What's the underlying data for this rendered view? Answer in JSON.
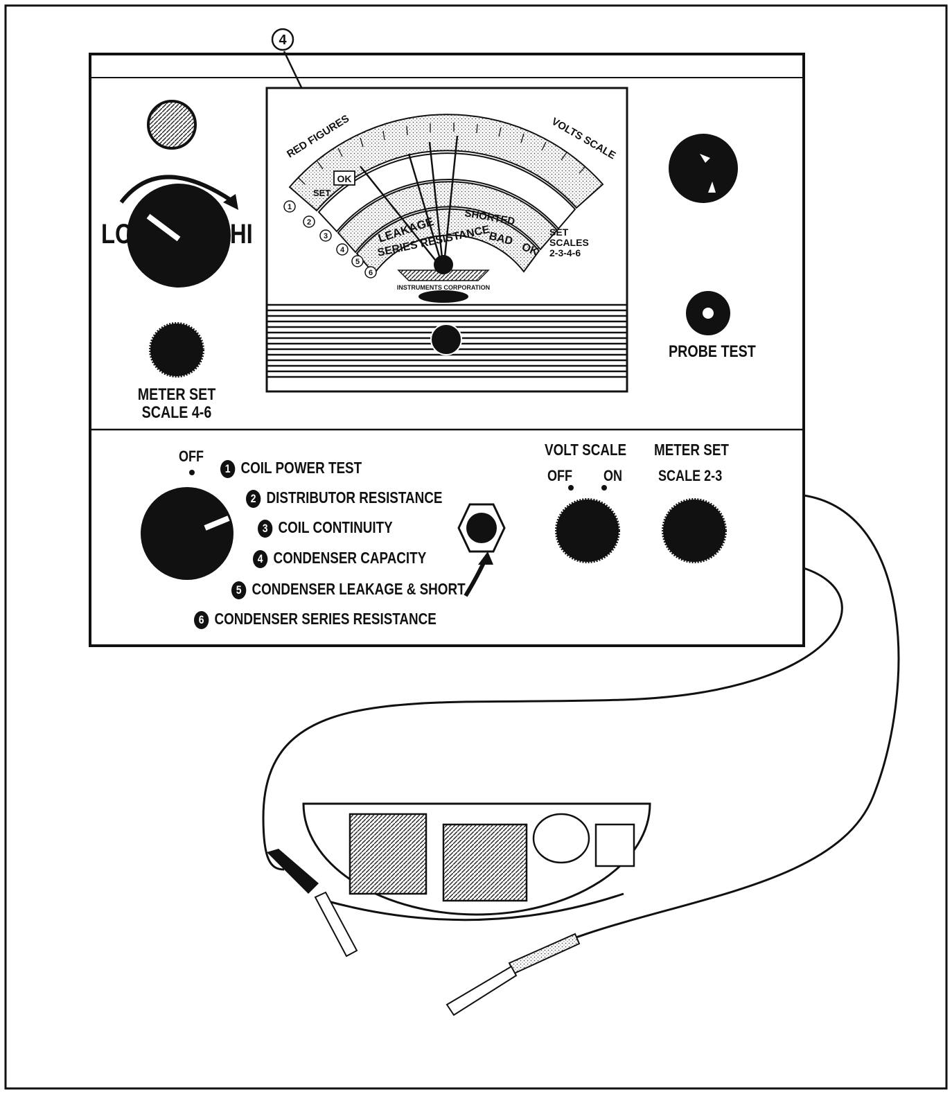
{
  "callout_number": "4",
  "panel": {
    "range_lo": "LO",
    "range_hi": "HI",
    "meter_set_4_6": [
      "METER SET",
      "SCALE 4-6"
    ],
    "probe_test": "PROBE TEST",
    "off": "OFF",
    "volt_scale": "VOLT SCALE",
    "volt_off": "OFF",
    "volt_on": "ON",
    "meter_set_2_3": [
      "METER SET",
      "SCALE 2-3"
    ]
  },
  "functions": [
    {
      "num": "1",
      "label": "COIL POWER TEST"
    },
    {
      "num": "2",
      "label": "DISTRIBUTOR RESISTANCE"
    },
    {
      "num": "3",
      "label": "COIL CONTINUITY"
    },
    {
      "num": "4",
      "label": "CONDENSER CAPACITY"
    },
    {
      "num": "5",
      "label": "CONDENSER LEAKAGE & SHORT"
    },
    {
      "num": "6",
      "label": "CONDENSER SERIES RESISTANCE"
    }
  ],
  "meter_face": {
    "red_figures": "RED FIGURES",
    "volts_scale": "VOLTS SCALE",
    "set": "SET",
    "ok": "OK",
    "leakage": "LEAKAGE",
    "shorted": "SHORTED",
    "series_resistance": "SERIES RESISTANCE",
    "bad": "BAD",
    "ok2": "OK",
    "set_scales": [
      "SET",
      "SCALES",
      "2-3-4-6"
    ],
    "maker": "INSTRUMENTS CORPORATION",
    "scale_markers": [
      "1",
      "2",
      "3",
      "4",
      "5",
      "6"
    ]
  }
}
